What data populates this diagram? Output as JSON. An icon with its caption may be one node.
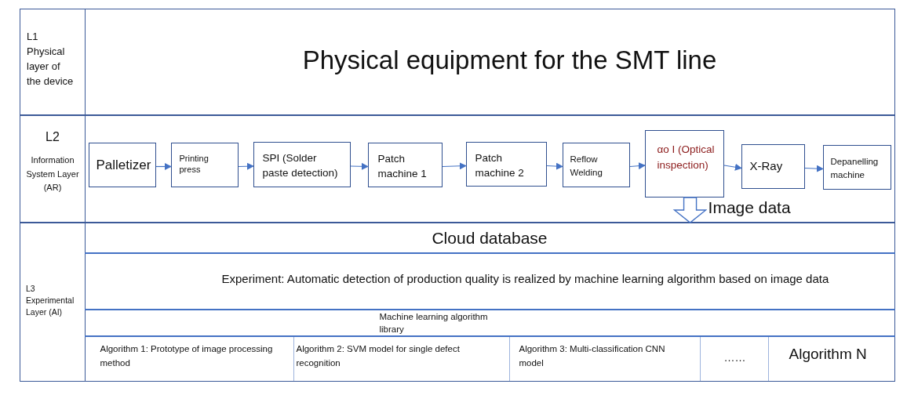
{
  "diagram": {
    "nodes": [
      {
        "text": [
          "L1 Physical layer of the device"
        ]
      },
      {
        "text": [
          "Physical equipment for the SMT line"
        ]
      },
      {
        "text": [
          "L2",
          "Information System Layer (AR)"
        ]
      },
      {
        "text": [],
        "shape": "box"
      },
      {
        "text": [
          "Palletizer"
        ],
        "in": 3
      },
      {
        "text": [
          "Printing press"
        ],
        "in": 3
      },
      {
        "text": [
          "SPI (Solder paste detection)"
        ],
        "in": 3
      },
      {
        "text": [
          "Patch machine 1"
        ],
        "in": 3
      },
      {
        "text": [
          "Patch machine 2"
        ],
        "in": 3
      },
      {
        "text": [
          "Reflow Welding"
        ],
        "in": 3
      },
      {
        "text": [
          "αo I (Optical inspection)"
        ],
        "in": 3
      },
      {
        "text": [
          "X-Ray"
        ],
        "in": 3
      },
      {
        "text": [
          "Depanelling machine"
        ],
        "in": 3
      },
      {
        "text": [
          "L3 Experimental Layer (AI)"
        ]
      },
      {
        "text": [],
        "shape": "box"
      },
      {
        "text": [
          "Cloud database"
        ],
        "in": 14
      },
      {
        "text": [
          "Experiment: Automatic detection of production quality is realized by machine learning algorithm based on image data"
        ],
        "in": 14
      },
      {
        "text": [
          "Machine learning algorithm library"
        ],
        "in": 14
      },
      {
        "text": [
          "Algorithm 1: Prototype of image processing method"
        ],
        "in": 14
      },
      {
        "text": [
          "Algorithm 2: SVM model for single defect recognition"
        ],
        "in": 14
      },
      {
        "text": [
          "Algorithm 3: Multi-classification CNN model"
        ],
        "in": 14
      },
      {
        "text": [
          "……"
        ],
        "in": 14
      },
      {
        "text": [
          "Algorithm N"
        ],
        "in": 14
      }
    ],
    "edges": [
      {
        "from": 4,
        "to": 5,
        "arrow": "to"
      },
      {
        "from": 5,
        "to": 6,
        "arrow": "to"
      },
      {
        "from": 6,
        "to": 7,
        "arrow": "to"
      },
      {
        "from": 7,
        "to": 8,
        "arrow": "to"
      },
      {
        "from": 8,
        "to": 9,
        "arrow": "to"
      },
      {
        "from": 9,
        "to": 10,
        "arrow": "to"
      },
      {
        "from": 10,
        "to": 11,
        "arrow": "to"
      },
      {
        "from": 11,
        "to": 12,
        "arrow": "to"
      },
      {
        "from": 10,
        "to": 15,
        "arrow": "to",
        "label": "Image data",
        "style": "thick"
      }
    ]
  }
}
